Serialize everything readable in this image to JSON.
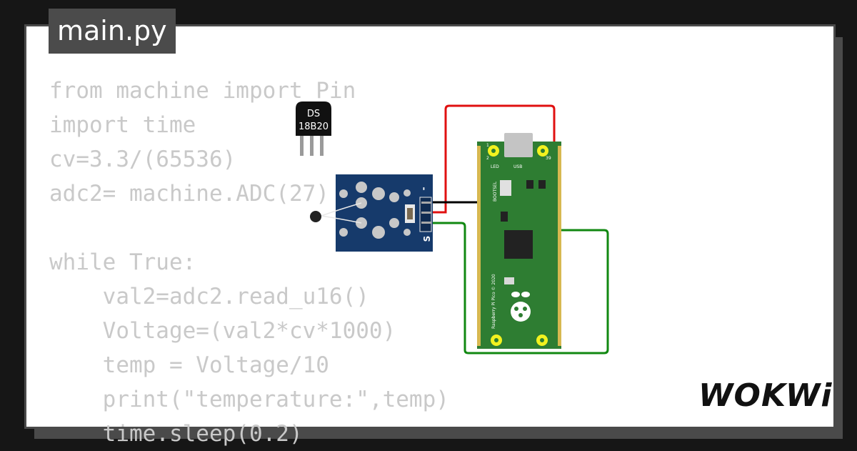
{
  "tab": {
    "title": "main.py"
  },
  "code_lines": [
    "from machine import Pin",
    "import time",
    "cv=3.3/(65536)",
    "adc2= machine.ADC(27)",
    "",
    "while True:",
    "    val2=adc2.read_u16()",
    "    Voltage=(val2*cv*1000)",
    "    temp = Voltage/10",
    "    print(\"temperature:\",temp)",
    "    time.sleep(0.2)"
  ],
  "sensor": {
    "line1": "DS",
    "line2": "18B20"
  },
  "module": {
    "minus": "-",
    "signal": "S"
  },
  "pico": {
    "led": "LED",
    "usb": "USB",
    "bootsel": "BOOTSEL",
    "board_name": "Raspberry Pi Pico © 2020",
    "pin1": "1",
    "pin2": "2",
    "pin39": "39"
  },
  "logo": "WOKWi",
  "colors": {
    "wire_red": "#e01010",
    "wire_black": "#000000",
    "wire_green": "#118811",
    "pico_green": "#2e7d32",
    "module_blue": "#163a6b"
  }
}
